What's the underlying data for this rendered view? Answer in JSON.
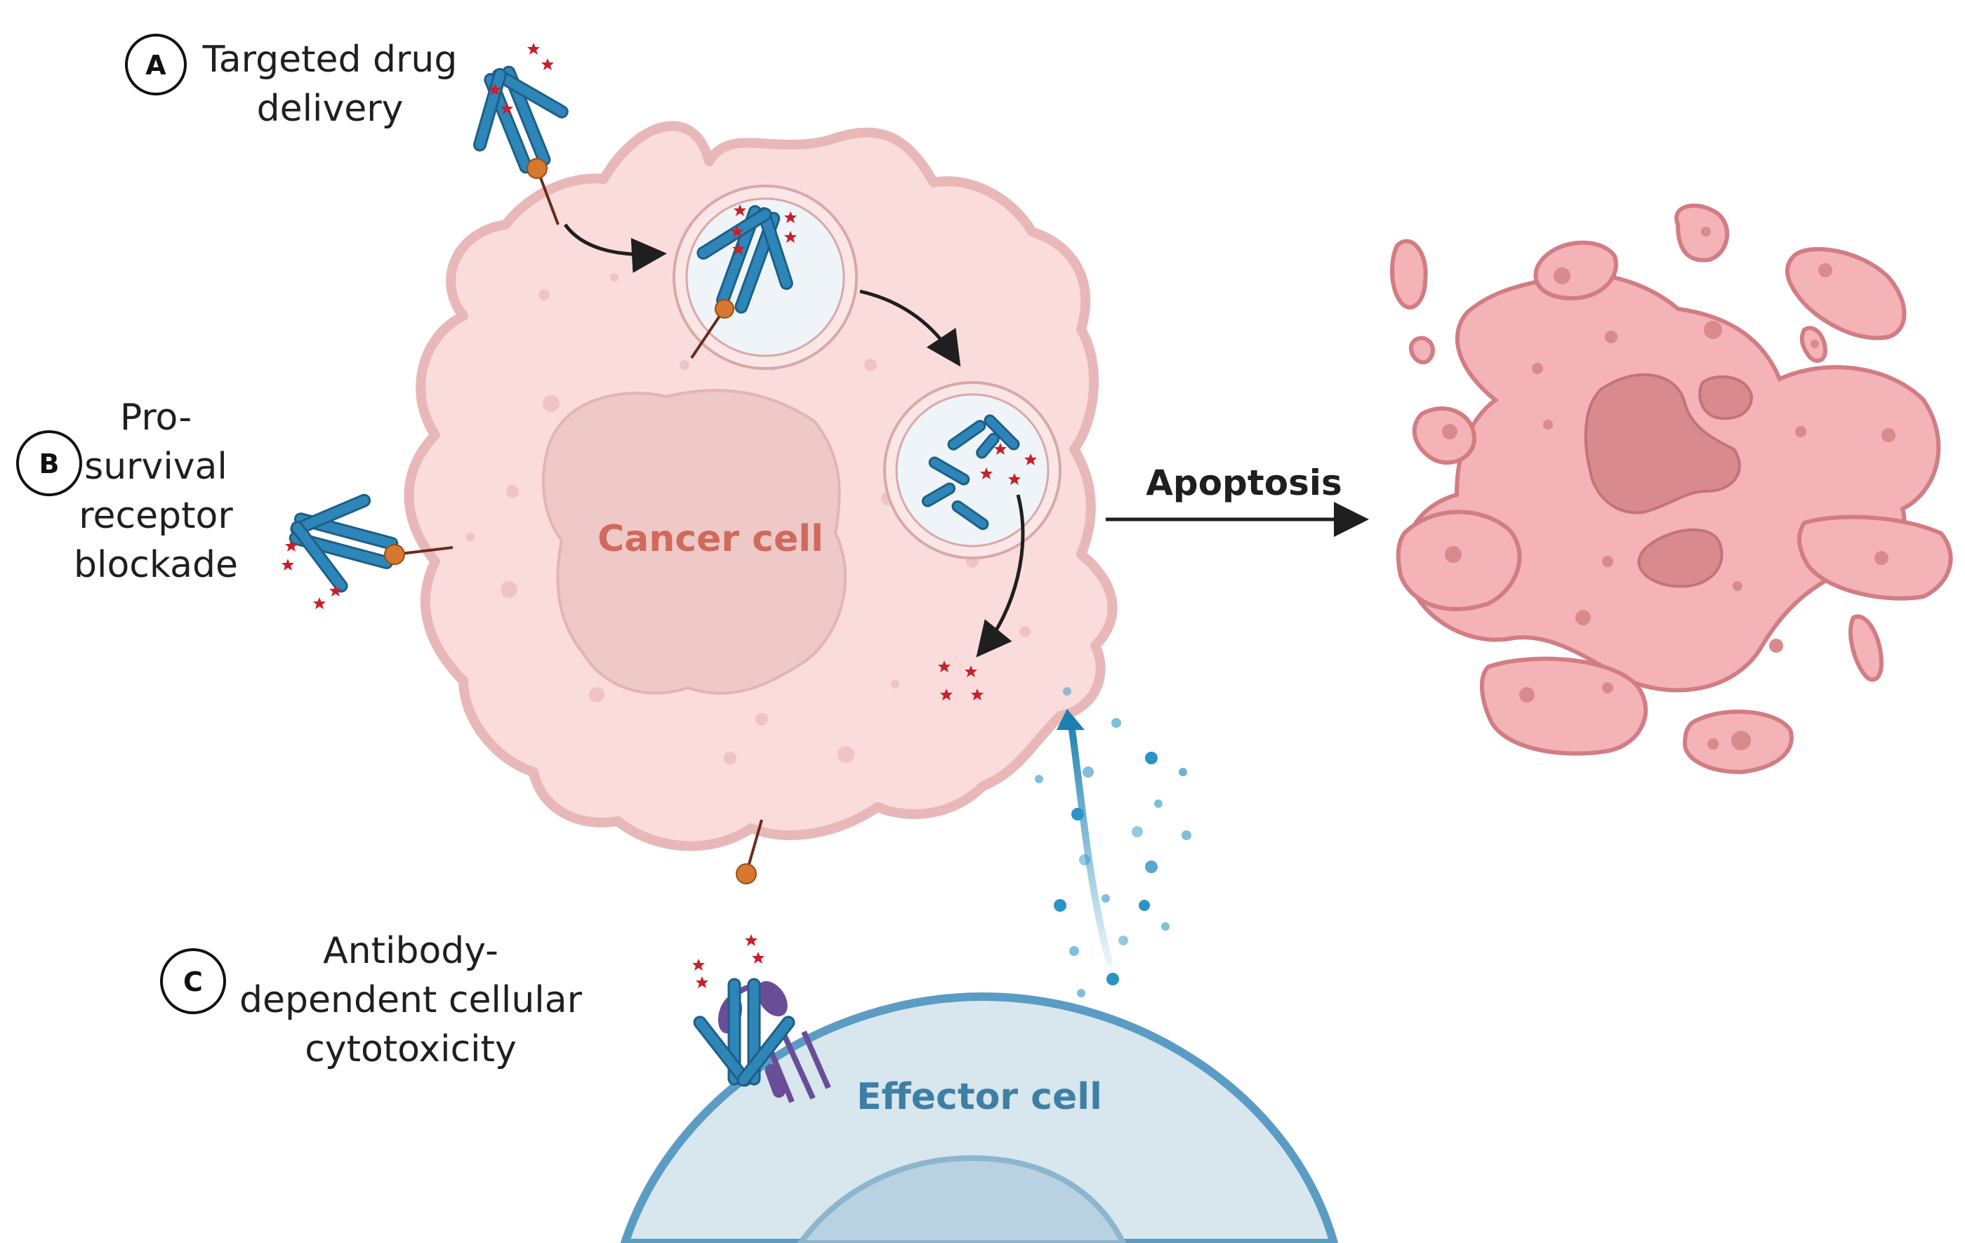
{
  "labels": {
    "a": {
      "badge": "A",
      "line1": "Targeted drug",
      "line2": "delivery"
    },
    "b": {
      "badge": "B",
      "line1": "Pro-",
      "line2": "survival",
      "line3": "receptor",
      "line4": "blockade"
    },
    "c": {
      "badge": "C",
      "line1": "Antibody-",
      "line2": "dependent cellular",
      "line3": "cytotoxicity"
    }
  },
  "cells": {
    "cancer": "Cancer cell",
    "effector": "Effector cell"
  },
  "arrow": {
    "apoptosis": "Apoptosis"
  },
  "colors": {
    "antibody": "#2e86b8",
    "antibody_stroke": "#1d5f87",
    "payload": "#c8202a",
    "linker_ball": "#d6782f",
    "cancer_fill": "#fadcdc",
    "cancer_stroke": "#e8b8b8",
    "nucleus_fill": "#efc8c8",
    "cancer_text": "#cf6a5c",
    "effector_fill": "#d8e6ee",
    "effector_stroke": "#5b9cc4",
    "effector_text": "#3f7fa6",
    "apoptotic_fill": "#f4b3b6",
    "apoptotic_stroke": "#d17d83",
    "receptor": "#6a4d99",
    "arrow": "#1f1f1f",
    "granule": "#2a94c4"
  }
}
